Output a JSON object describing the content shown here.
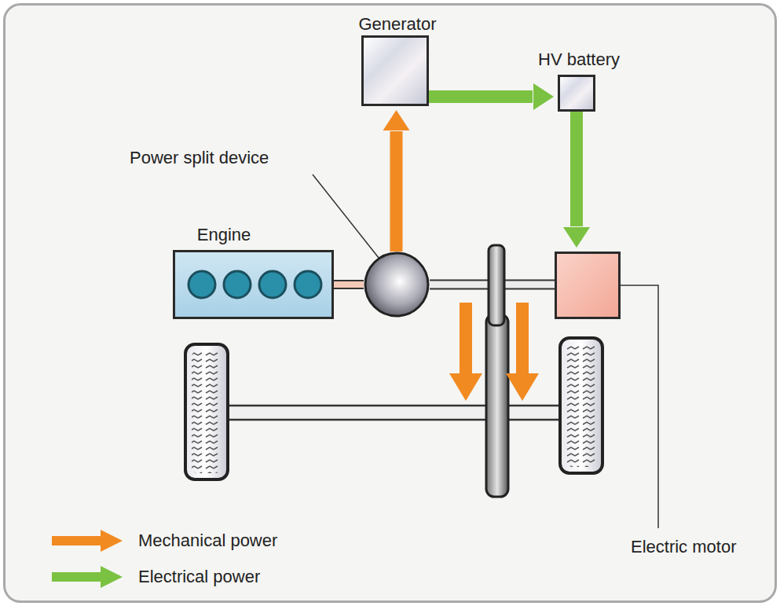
{
  "diagram": {
    "nodes": [
      {
        "text": [
          "Generator"
        ]
      },
      {
        "text": [
          "HV battery"
        ]
      },
      {
        "text": [
          "Power split device"
        ]
      },
      {
        "text": [
          "Engine"
        ]
      },
      {
        "text": [
          "Electric motor"
        ]
      }
    ],
    "edges": [
      {
        "from": 2,
        "to": 0,
        "arrow": "to"
      },
      {
        "from": 0,
        "to": 1,
        "arrow": "to"
      },
      {
        "from": 1,
        "to": 4,
        "arrow": "to"
      },
      {
        "from": 3,
        "to": 2,
        "arrow": "none"
      },
      {
        "from": 2,
        "to": 4,
        "arrow": "none"
      }
    ],
    "legend": [
      {
        "text": "Mechanical power",
        "color": "#f28a22"
      },
      {
        "text": "Electrical power",
        "color": "#7cc242"
      }
    ]
  }
}
